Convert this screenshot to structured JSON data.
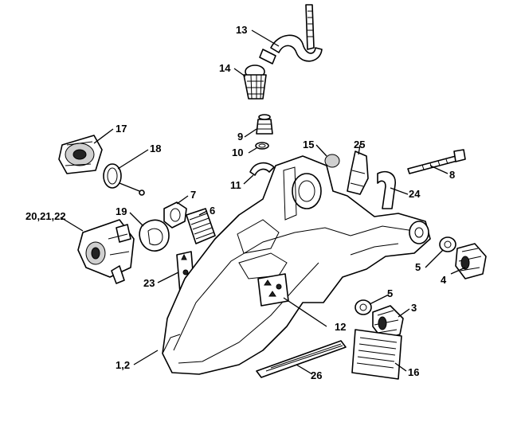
{
  "labels": {
    "l13": "13",
    "l14": "14",
    "l17": "17",
    "l18": "18",
    "l9": "9",
    "l10": "10",
    "l15": "15",
    "l25": "25",
    "l8": "8",
    "l11": "11",
    "l24": "24",
    "l7": "7",
    "l6": "6",
    "l19": "19",
    "l20": "20,21,22",
    "l23": "23",
    "l5a": "5",
    "l4": "4",
    "l5b": "5",
    "l3": "3",
    "l12": "12",
    "l1": "1,2",
    "l26": "26",
    "l16": "16"
  }
}
